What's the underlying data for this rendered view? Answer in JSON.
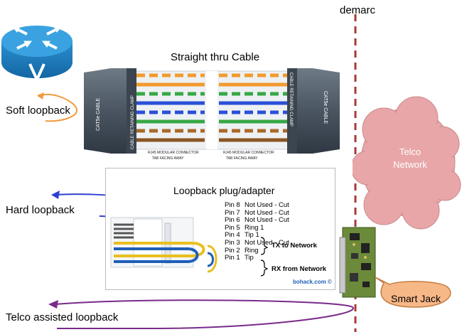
{
  "demarc_label": "demarc",
  "cable": {
    "title": "Straight thru Cable",
    "left_boot": "CAT5e CABLE",
    "left_clamp": "CABLE RETAINING CLAMP",
    "left_connector": "RJ45 MODULAR CONNECTOR",
    "left_tab": "TAB FACING AWAY",
    "right_boot": "CAT5e CABLE",
    "right_clamp": "CABLE RETAINING CLAMP",
    "right_connector": "RJ45 MODULAR CONNECTOR",
    "right_tab": "TAB FACING AWAY"
  },
  "loopbacks": {
    "soft": "Soft loopback",
    "hard": "Hard loopback",
    "telco": "Telco assisted loopback"
  },
  "plug": {
    "title": "Loopback plug/adapter",
    "pins": [
      {
        "pin": "Pin 8",
        "desc": "Not Used - Cut"
      },
      {
        "pin": "Pin 7",
        "desc": "Not Used - Cut"
      },
      {
        "pin": "Pin 6",
        "desc": "Not Used - Cut"
      },
      {
        "pin": "Pin 5",
        "desc": "Ring 1"
      },
      {
        "pin": "Pin 4",
        "desc": "Tip 1"
      },
      {
        "pin": "Pin 3",
        "desc": "Not Used - Cut"
      },
      {
        "pin": "Pin 2",
        "desc": "Ring"
      },
      {
        "pin": "Pin 1",
        "desc": "Tip"
      }
    ],
    "tx_label": "TX to Network",
    "rx_label": "RX from Network",
    "credit": "bohack.com ©"
  },
  "cloud_label": "Telco Network",
  "smart_jack_label": "Smart Jack",
  "colors": {
    "router": "#1f86c6",
    "demarc_line": "#a83a3a",
    "cloud": "#e8a6a8",
    "soft_arrow": "#f39a3c",
    "hard_arrow": "#2f3fd0",
    "telco_arrow": "#7a2a8a",
    "smart_jack_bubble": "#f7b888"
  },
  "icons": {
    "router": "router-icon",
    "smart_jack": "circuit-board-icon"
  }
}
